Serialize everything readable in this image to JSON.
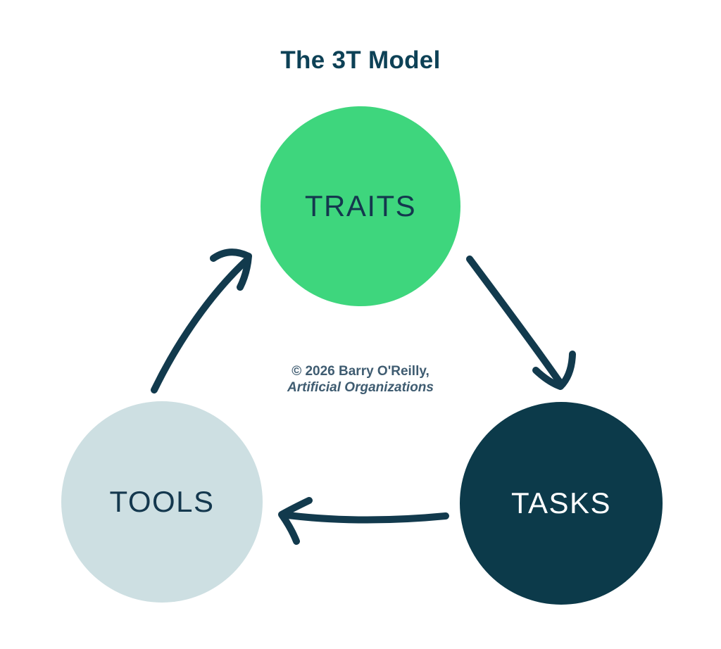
{
  "title": "The 3T Model",
  "nodes": {
    "traits": {
      "label": "TRAITS"
    },
    "tasks": {
      "label": "TASKS"
    },
    "tools": {
      "label": "TOOLS"
    }
  },
  "flow": [
    {
      "from": "traits",
      "to": "tasks"
    },
    {
      "from": "tasks",
      "to": "tools"
    },
    {
      "from": "tools",
      "to": "traits"
    }
  ],
  "caption": {
    "line1": "© 2026 Barry O'Reilly,",
    "line2": "Artificial Organizations"
  },
  "colors": {
    "background": "#ffffff",
    "title_text": "#0d4156",
    "traits_circle": "#3ed67d",
    "tasks_circle": "#0c3a4a",
    "tools_circle": "#cddfe2",
    "label_dark": "#14384e",
    "label_light": "#ffffff",
    "caption_text": "#3f5c71",
    "arrow": "#123a4d"
  }
}
